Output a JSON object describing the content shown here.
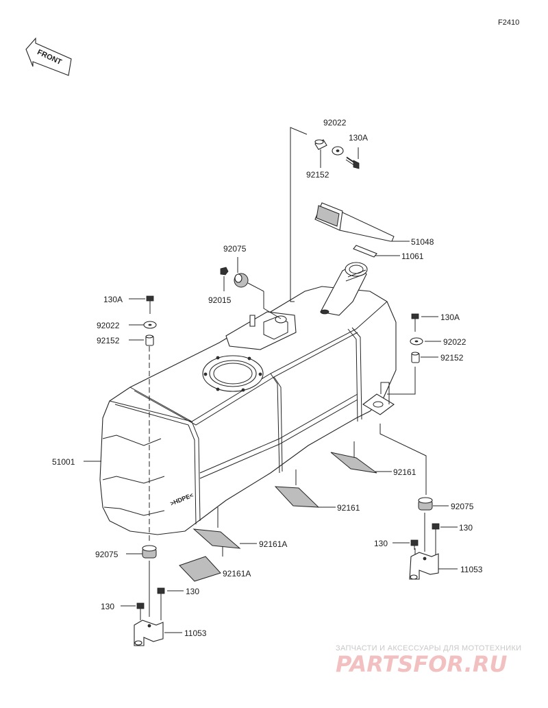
{
  "figure_code": "F2410",
  "front_label": "FRONT",
  "hdpe_mark": ">HDPE<",
  "watermark": {
    "line1": "ЗАПЧАСТИ И АКСЕССУАРЫ ДЛЯ МОТОТЕХНИКИ",
    "line2": "PARTSFOR.RU"
  },
  "labels": {
    "p92022_top": "92022",
    "p130A_top": "130A",
    "p92152_top": "92152",
    "p51048": "51048",
    "p11061": "11061",
    "p92075_mid": "92075",
    "p92015": "92015",
    "p130A_left": "130A",
    "p92022_left": "92022",
    "p92152_left": "92152",
    "p130A_right": "130A",
    "p92022_right": "92022",
    "p92152_right": "92152",
    "p51001": "51001",
    "p92161_r1": "92161",
    "p92161_r2": "92161",
    "p92075_right": "92075",
    "p130_right_a": "130",
    "p130_right_b": "130",
    "p11053_right": "11053",
    "p92161A_1": "92161A",
    "p92161A_2": "92161A",
    "p92075_left": "92075",
    "p130_left_a": "130",
    "p130_left_b": "130",
    "p11053_left": "11053"
  }
}
